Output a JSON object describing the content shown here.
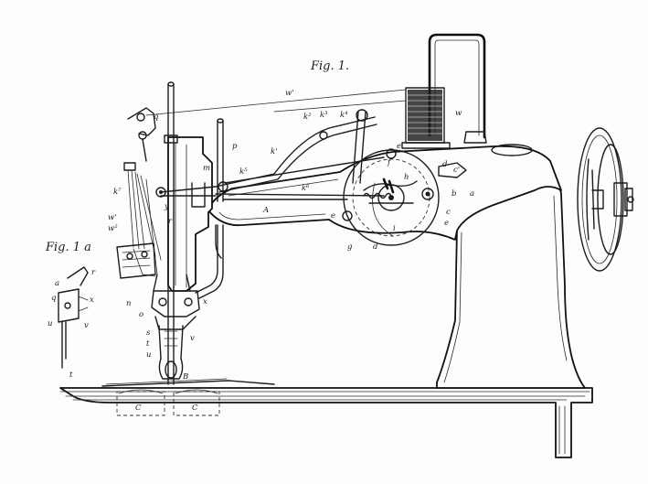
{
  "figure_labels": {
    "fig1": "Fig. 1.",
    "fig1a": "Fig. 1 a"
  },
  "letters": [
    {
      "id": "w1",
      "text": "w'"
    },
    {
      "id": "w_spool",
      "text": "w"
    },
    {
      "id": "q_top",
      "text": "q"
    },
    {
      "id": "p",
      "text": "p"
    },
    {
      "id": "m",
      "text": "m"
    },
    {
      "id": "A_arm",
      "text": "A"
    },
    {
      "id": "a",
      "text": "a"
    },
    {
      "id": "b",
      "text": "b"
    },
    {
      "id": "c",
      "text": "c"
    },
    {
      "id": "c1",
      "text": "c'"
    },
    {
      "id": "d",
      "text": "d"
    },
    {
      "id": "d_low",
      "text": "d"
    },
    {
      "id": "e_top",
      "text": "e"
    },
    {
      "id": "e_left",
      "text": "e"
    },
    {
      "id": "e_right",
      "text": "e"
    },
    {
      "id": "f",
      "text": "f"
    },
    {
      "id": "g",
      "text": "g"
    },
    {
      "id": "h",
      "text": "h"
    },
    {
      "id": "i",
      "text": "i"
    },
    {
      "id": "k1",
      "text": "k'"
    },
    {
      "id": "k2",
      "text": "k²"
    },
    {
      "id": "k3",
      "text": "k³"
    },
    {
      "id": "k4",
      "text": "k⁴"
    },
    {
      "id": "k5",
      "text": "k⁵"
    },
    {
      "id": "k6",
      "text": "k⁶"
    },
    {
      "id": "k7",
      "text": "k⁷"
    },
    {
      "id": "r",
      "text": "r"
    },
    {
      "id": "y",
      "text": "y"
    },
    {
      "id": "w1_left",
      "text": "w'"
    },
    {
      "id": "w2_left",
      "text": "w²"
    },
    {
      "id": "n",
      "text": "n"
    },
    {
      "id": "o",
      "text": "o"
    },
    {
      "id": "s",
      "text": "s"
    },
    {
      "id": "t",
      "text": "t"
    },
    {
      "id": "u",
      "text": "u"
    },
    {
      "id": "v",
      "text": "v"
    },
    {
      "id": "x",
      "text": "x"
    },
    {
      "id": "B",
      "text": "B"
    },
    {
      "id": "C1",
      "text": "C"
    },
    {
      "id": "C2",
      "text": "C"
    },
    {
      "id": "a_1a",
      "text": "a"
    },
    {
      "id": "r_1a",
      "text": "r"
    },
    {
      "id": "q_1a",
      "text": "q"
    },
    {
      "id": "x_1a",
      "text": "x"
    },
    {
      "id": "u_1a",
      "text": "u"
    },
    {
      "id": "v_1a",
      "text": "v"
    },
    {
      "id": "t_1a",
      "text": "t"
    }
  ]
}
